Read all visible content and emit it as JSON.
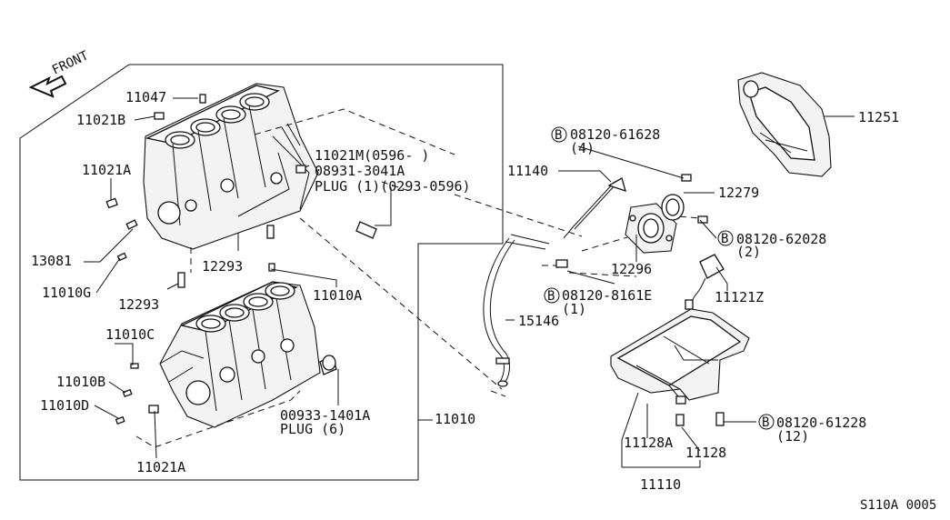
{
  "front_label": "FRONT",
  "diagram_code": "S110A 0005",
  "parts": {
    "p11047": "11047",
    "p11021B": "11021B",
    "p11021A_top": "11021A",
    "p11021M": "11021M(0596-    )",
    "p08931": "08931-3041A",
    "plug1": "PLUG (1)(0293-0596)",
    "p13081": "13081",
    "p11010G": "11010G",
    "p12293_a": "12293",
    "p12293_b": "12293",
    "p11010A": "11010A",
    "p11010C": "11010C",
    "p11010B": "11010B",
    "p11010D": "11010D",
    "p00933": "00933-1401A",
    "plug6": "PLUG (6)",
    "p11021A_bottom": "11021A",
    "p11010": "11010",
    "p11140": "11140",
    "p15146": "15146",
    "p08120_61628": "08120-61628",
    "q4": "(4)",
    "p12279": "12279",
    "p08120_62028": "08120-62028",
    "q2": "(2)",
    "p12296": "12296",
    "p08120_8161E": "08120-8161E",
    "q1": "(1)",
    "p11121Z": "11121Z",
    "p08120_61228": "08120-61228",
    "q12": "(12)",
    "p11128A": "11128A",
    "p11128": "11128",
    "p11110": "11110",
    "p11251": "11251",
    "bolt_symbol": "B"
  }
}
